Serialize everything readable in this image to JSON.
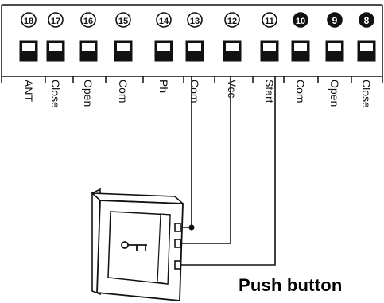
{
  "terminal_block": {
    "terminals": [
      {
        "number": "18",
        "label": "ANT"
      },
      {
        "number": "17",
        "label": "Close"
      },
      {
        "number": "16",
        "label": "Open"
      },
      {
        "number": "15",
        "label": "Com"
      },
      {
        "number": "14",
        "label": "Ph"
      },
      {
        "number": "13",
        "label": "Com"
      },
      {
        "number": "12",
        "label": "Vcc"
      },
      {
        "number": "11",
        "label": "Start"
      },
      {
        "number": "10",
        "label": "Com"
      },
      {
        "number": "9",
        "label": "Open"
      },
      {
        "number": "8",
        "label": "Close"
      }
    ],
    "filled_number_terminals": [
      "10",
      "9",
      "8"
    ]
  },
  "push_button": {
    "caption": "Push button",
    "icon": "key-icon",
    "wired_terminals": [
      "13",
      "12",
      "11"
    ]
  },
  "colors": {
    "line": "#111111",
    "terminal_fill": "#111111",
    "button_face": "#ffffff"
  }
}
